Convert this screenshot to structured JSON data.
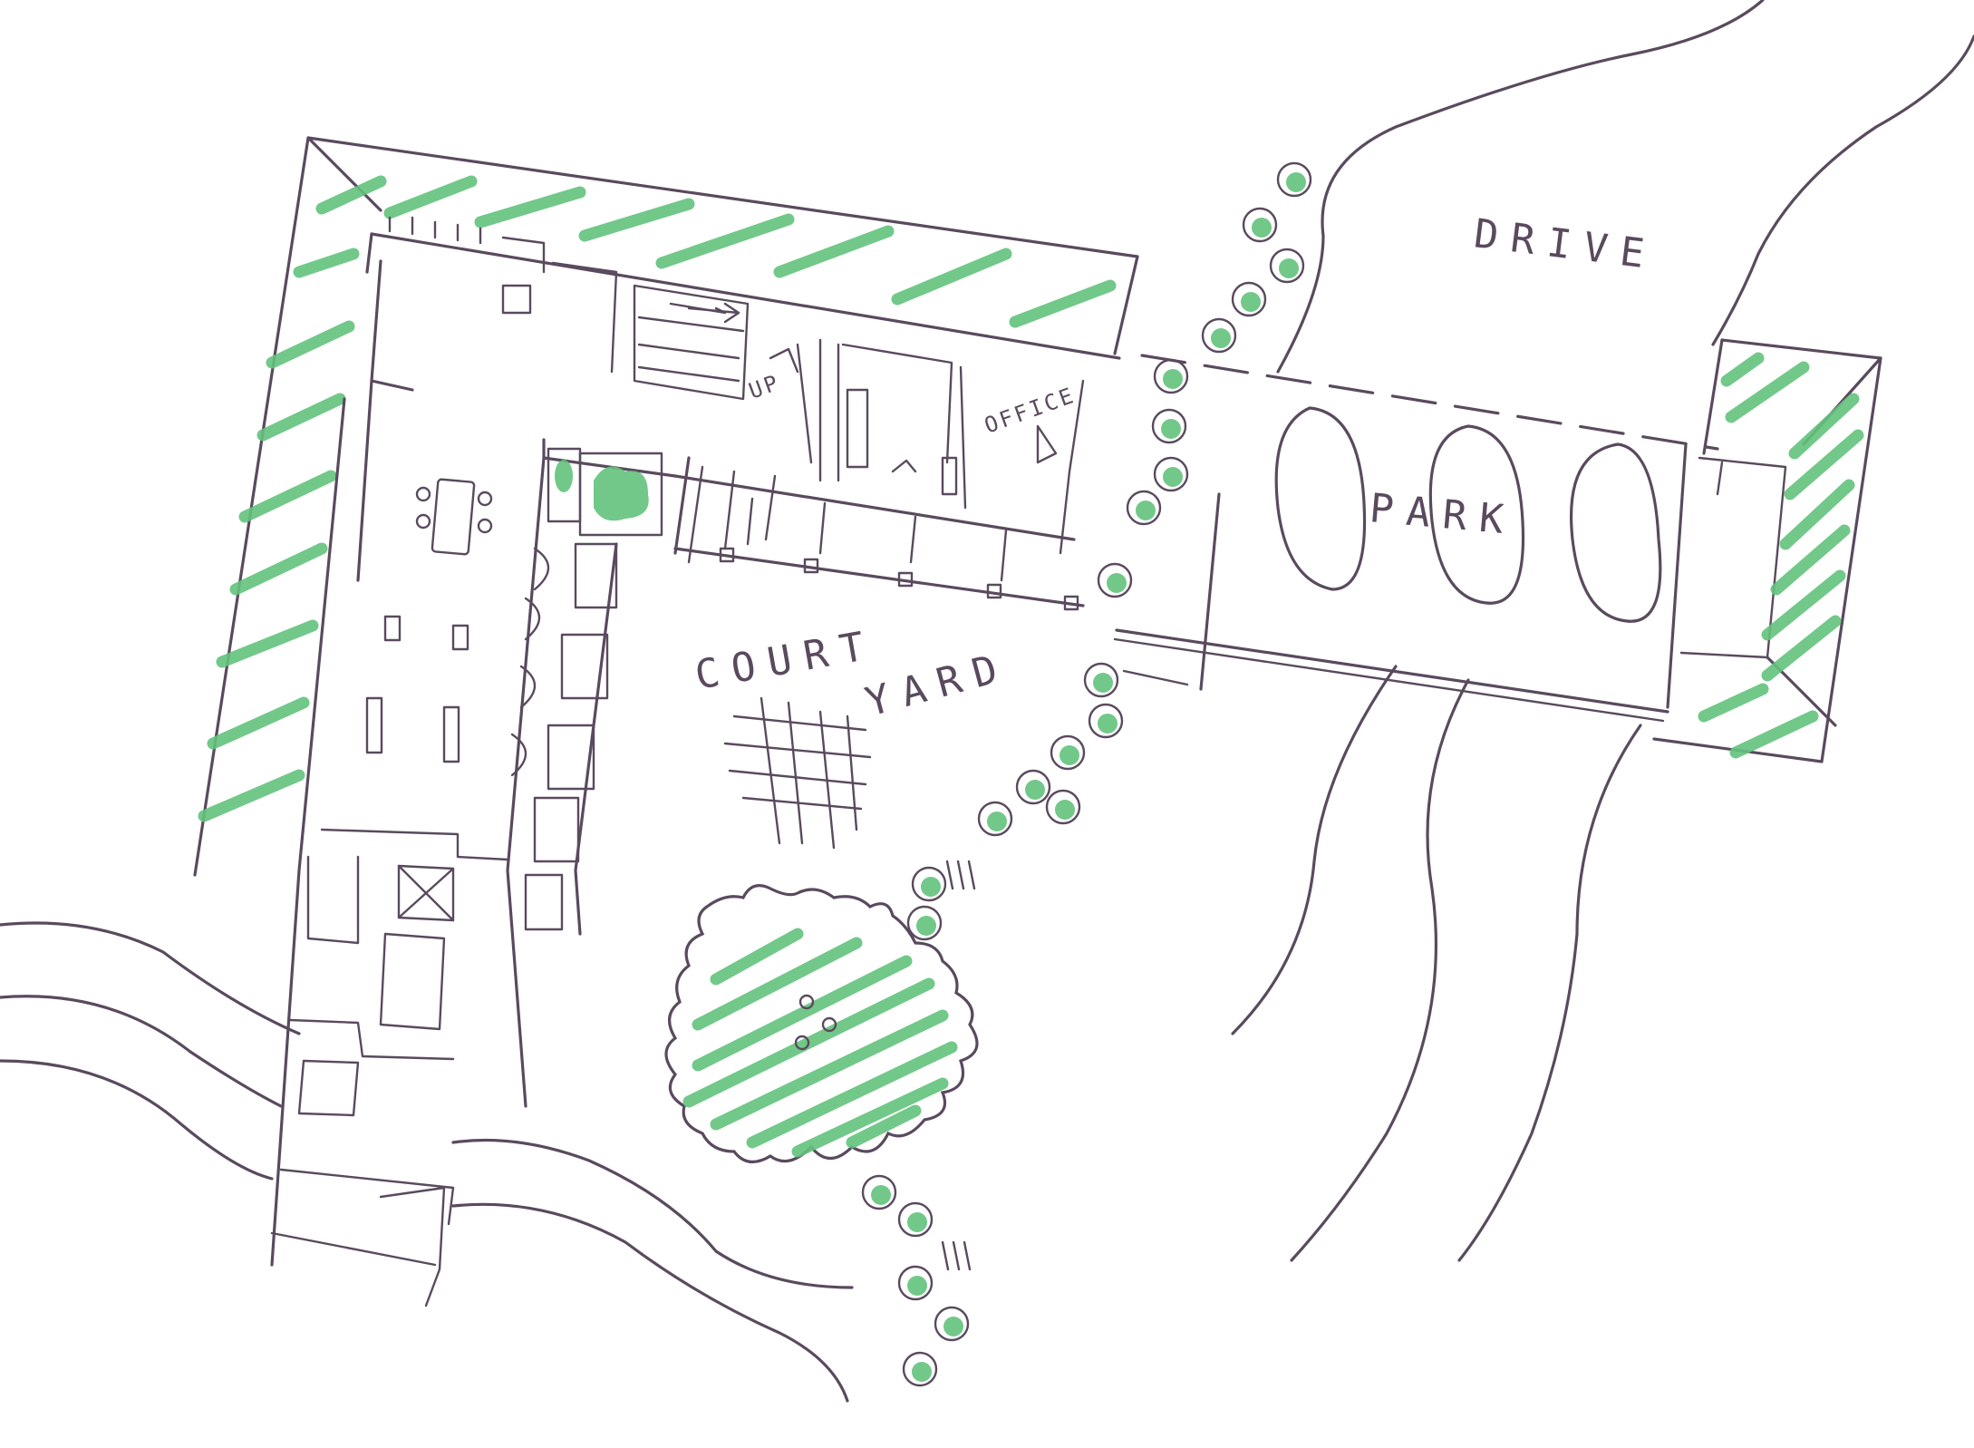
{
  "labels": {
    "drive": "DRIVE",
    "park": "PARK",
    "courtyard_1": "COURT",
    "courtyard_2": "YARD",
    "office": "OFFICE",
    "up": "UP"
  },
  "colors": {
    "ink": "#5a4a5e",
    "landscape_green": "#63c27c",
    "paper": "#ffffff"
  }
}
